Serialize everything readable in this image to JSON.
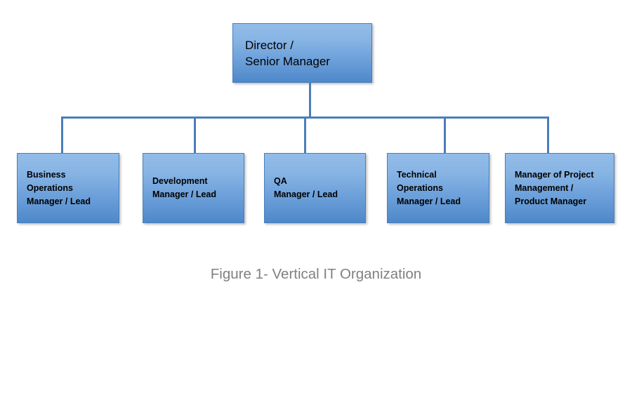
{
  "figure": {
    "caption": "Figure 1- Vertical IT Organization",
    "caption_color": "#808080",
    "background_color": "#ffffff"
  },
  "style": {
    "box_border_color": "#4A7EBB",
    "box_gradient_top": "#93BCE8",
    "box_gradient_bottom": "#4E88C9",
    "connector_color": "#4A7EBB",
    "text_color": "#000000"
  },
  "org_chart": {
    "type": "hierarchy",
    "root": {
      "label": "Director /\nSenior Manager",
      "line1": "Director /",
      "line2": "Senior Manager"
    },
    "children": [
      {
        "label": "Business\nOperations\nManager / Lead",
        "line1": "Business",
        "line2": "Operations",
        "line3": "Manager / Lead"
      },
      {
        "label": "Development\nManager / Lead",
        "line1": "Development",
        "line2": "Manager / Lead"
      },
      {
        "label": "QA\nManager / Lead",
        "line1": "QA",
        "line2": "Manager / Lead"
      },
      {
        "label": "Technical\nOperations\nManager / Lead",
        "line1": "Technical",
        "line2": "Operations",
        "line3": "Manager / Lead"
      },
      {
        "label": "Manager of Project\nManagement /\nProduct Manager",
        "line1": "Manager of Project",
        "line2": "Management /",
        "line3": "Product Manager"
      }
    ]
  }
}
